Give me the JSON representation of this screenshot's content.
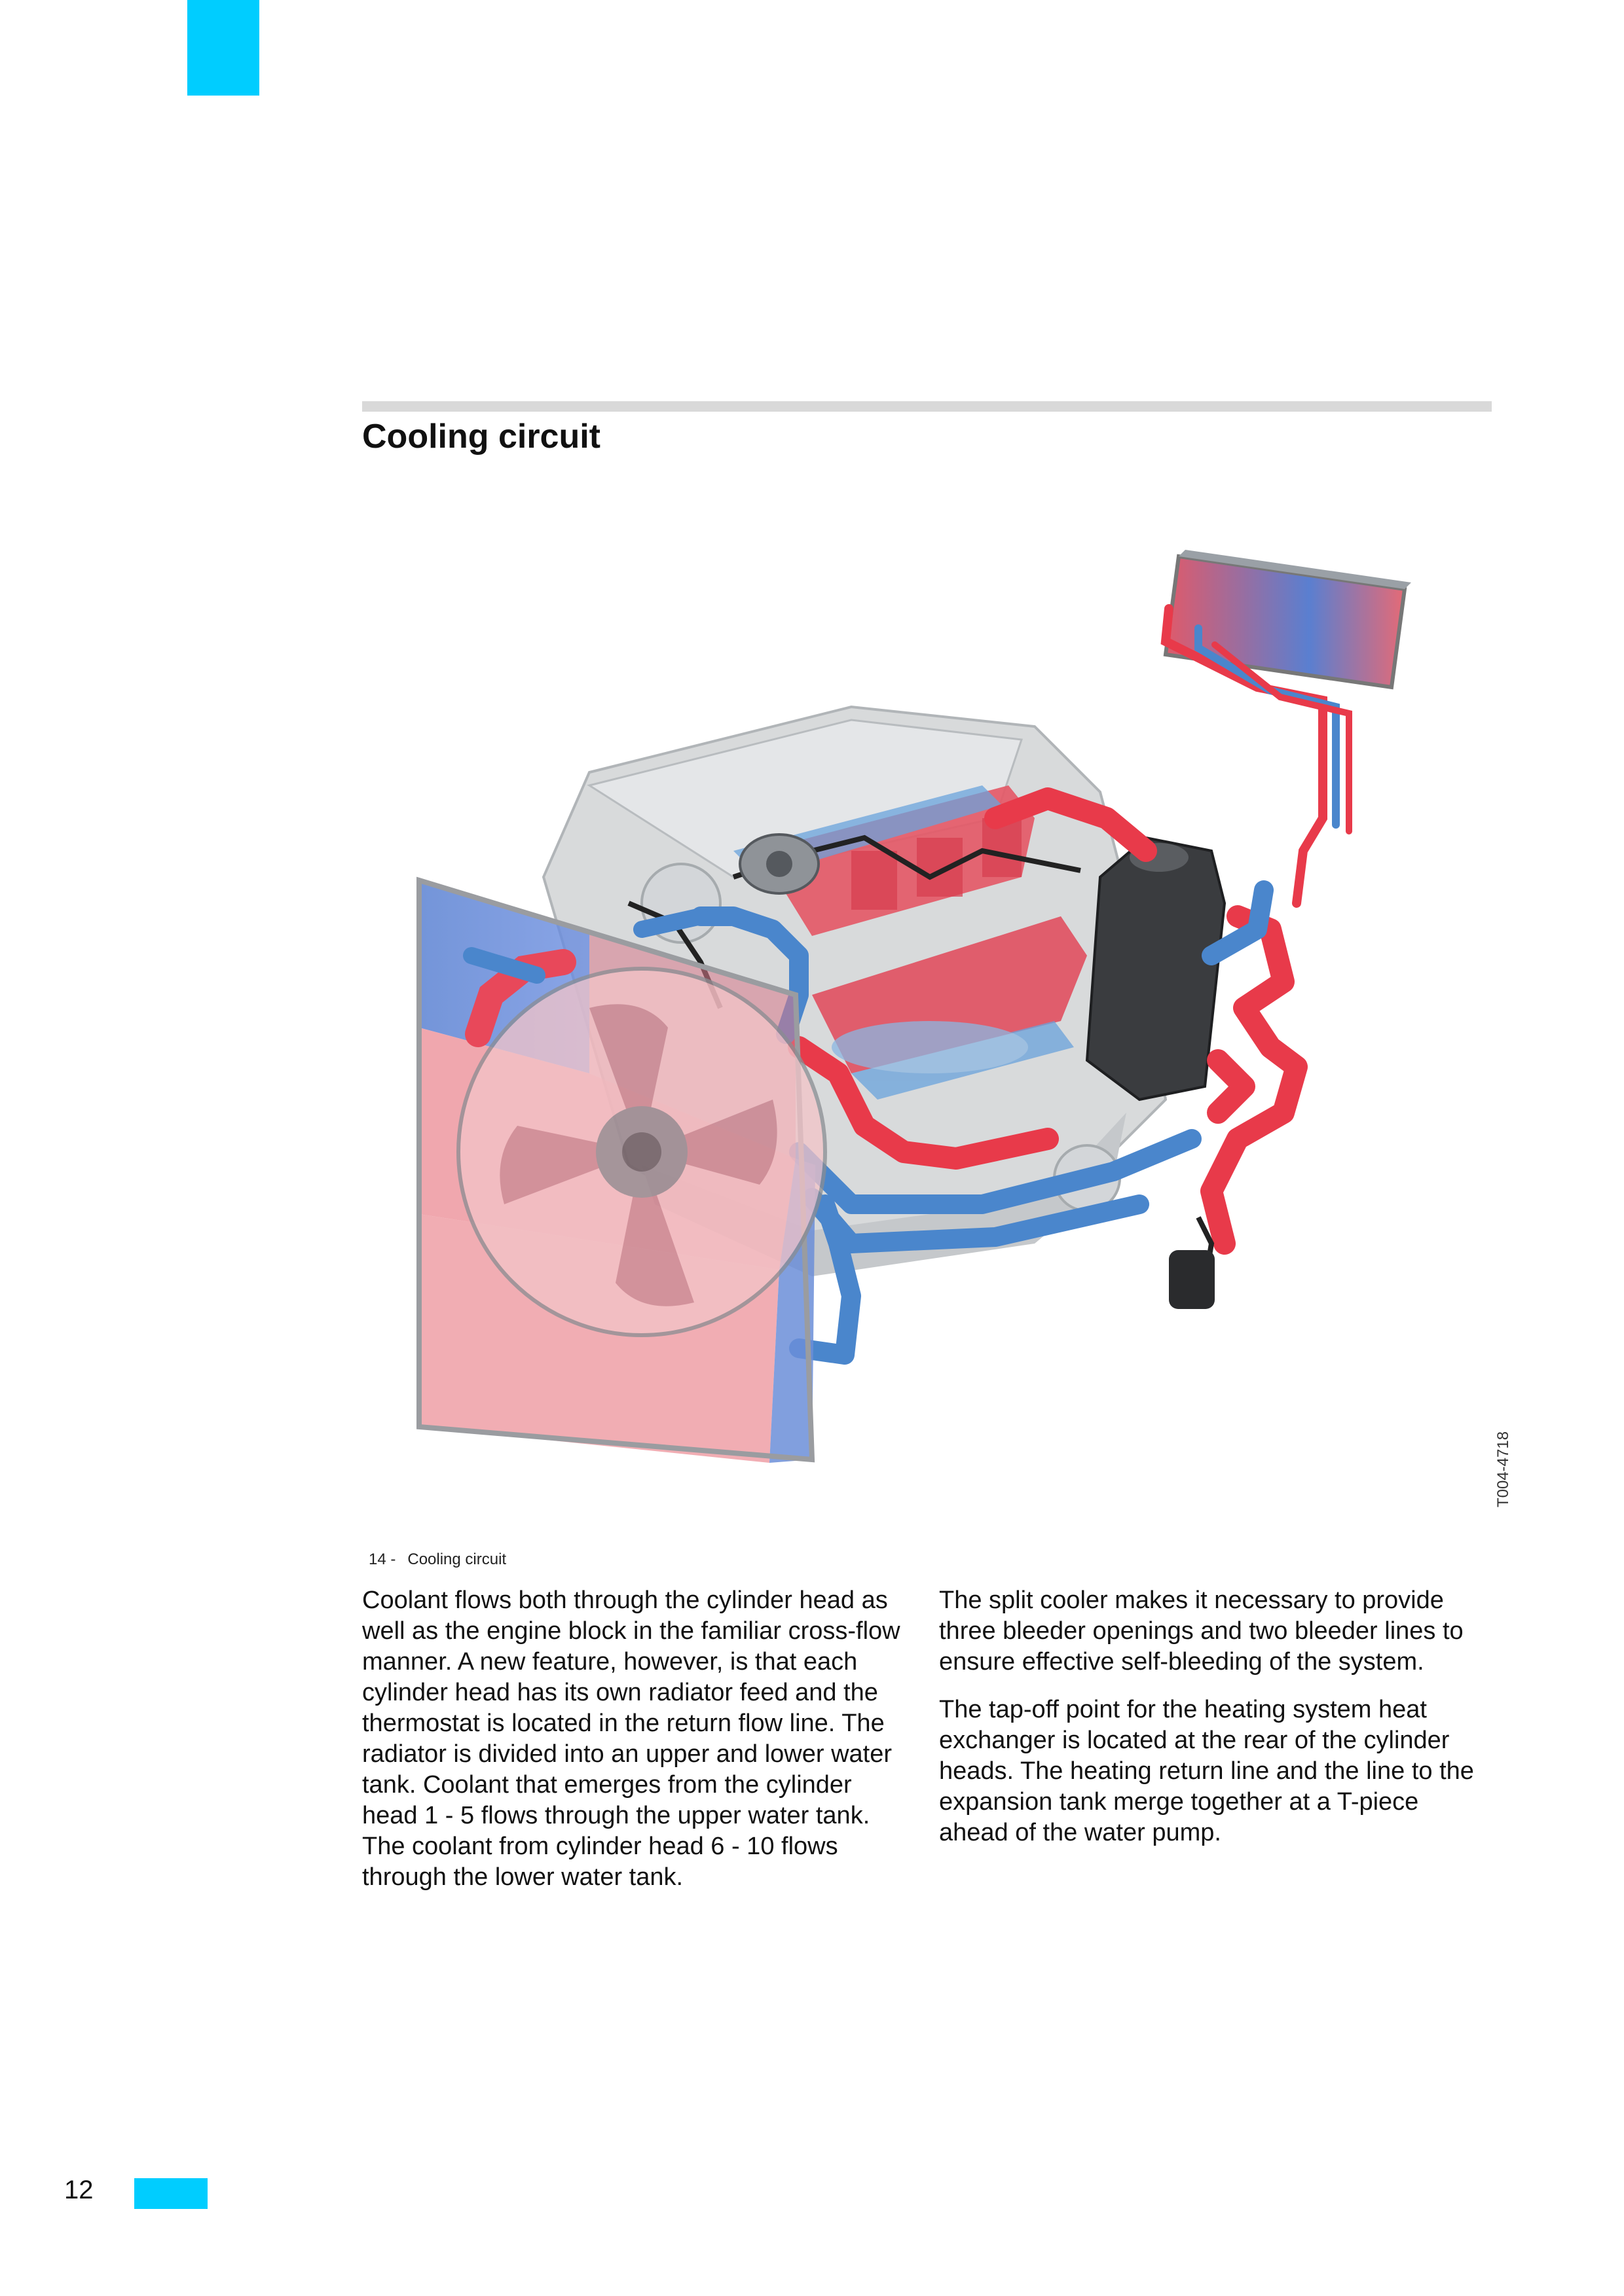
{
  "page": {
    "title": "Cooling circuit",
    "number": "12",
    "accent_color": "#00cdff"
  },
  "figure": {
    "ref": "T004-4718",
    "caption_number": "14 -",
    "caption_text": "Cooling circuit",
    "hot_color": "#e83a4a",
    "cold_color": "#4a86cc"
  },
  "body": {
    "col1": [
      "Coolant flows both through the cylinder head as well as the engine block in the familiar cross-flow manner. A new feature, however, is that each cylinder head has its own radiator feed and the thermostat is located in the return flow line. The radiator is divided into an upper and lower water tank. Coolant that emerges from the cylinder head 1 - 5 flows through the upper water tank. The coolant from cylinder head 6 - 10 flows through the lower water tank."
    ],
    "col2": [
      "The split cooler makes it necessary to provide three bleeder openings and two bleeder lines to ensure effective self-bleeding of the system.",
      "The tap-off point for the heating system heat exchanger is located at the rear of the cylinder heads. The heating return line and the line to the expansion tank merge together at a T-piece ahead of the water pump."
    ]
  }
}
